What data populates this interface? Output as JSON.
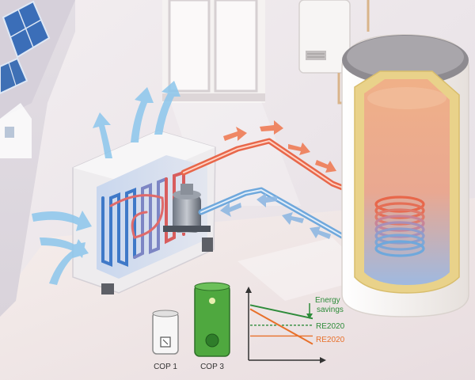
{
  "labels": {
    "cop1": "COP 1",
    "cop3": "COP 3",
    "energy_savings_line1": "Energy",
    "energy_savings_line2": "savings",
    "re2020_green": "RE2020",
    "re2020_orange": "RE2020"
  },
  "colors": {
    "hot_pipe": "#e8674a",
    "cold_pipe": "#6fa8dc",
    "air_arrow": "#8cc6ec",
    "green_tank": "#4fa83f",
    "green_line": "#2e8b3a",
    "orange_line": "#e8702a",
    "wall": "#ece6e8",
    "floor": "#f1e8e6",
    "tank_shell": "#f2efec",
    "insulation": "#e9d28a"
  },
  "icons": {
    "solar_panel": "solar-panel-icon",
    "electric_heater": "electric-heater-icon",
    "heat_pump_tank": "heat-pump-tank-icon",
    "hot_flow_arrow": "hot-flow-arrow-icon",
    "cold_flow_arrow": "cold-flow-arrow-icon",
    "air_flow_arrow": "air-flow-arrow-icon"
  },
  "chart_data": {
    "type": "line",
    "series": [
      {
        "values": [
          0.82,
          0.62
        ]
      },
      {
        "values": [
          0.76,
          0.24
        ]
      }
    ],
    "reference_lines": [
      {
        "value": 0.52,
        "label": "RE2020",
        "style": "dashed",
        "color": "#2e8b3a"
      },
      {
        "value": 0.36,
        "label": "RE2020",
        "style": "solid",
        "color": "#e8702a"
      }
    ],
    "annotation": "Energy savings",
    "xlabel": "",
    "ylabel": ""
  }
}
